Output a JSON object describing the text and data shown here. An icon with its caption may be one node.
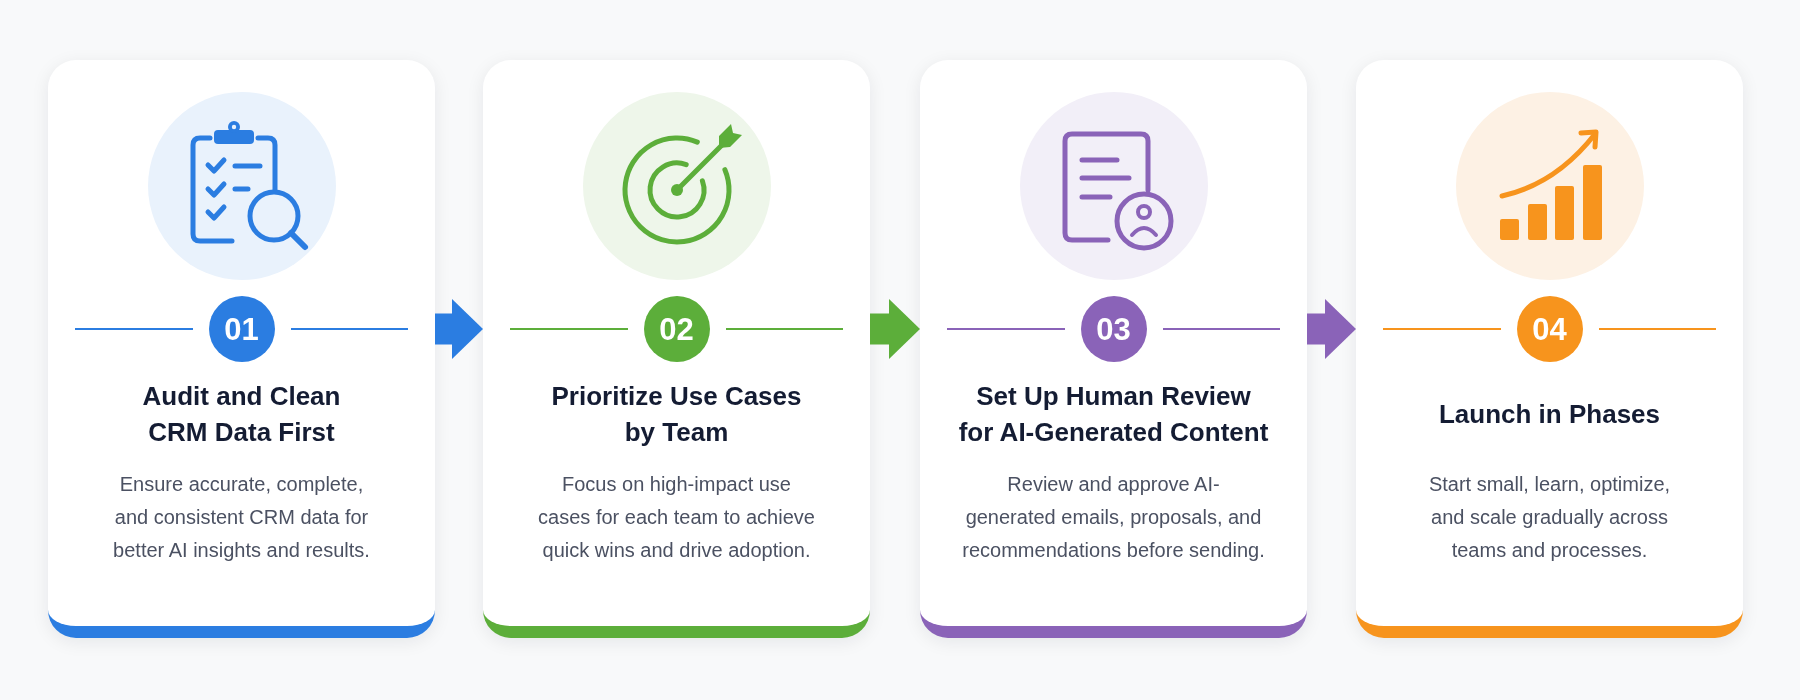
{
  "diagram": {
    "nodes": [
      {
        "text": [
          "Audit and Clean CRM Data First",
          "Ensure accurate, complete, and consistent CRM data for better AI insights and results."
        ]
      },
      {
        "text": [
          "01"
        ],
        "in": 0
      },
      {
        "text": [
          "Prioritize Use Cases by Team",
          "Focus on high-impact use cases for each team to achieve quick wins and drive adoption."
        ]
      },
      {
        "text": [
          "02"
        ],
        "in": 2
      },
      {
        "text": [
          "Set Up Human Review for AI-Generated Content",
          "Review and approve AI-generated emails, proposals, and recommendations before sending."
        ]
      },
      {
        "text": [
          "03"
        ],
        "in": 4
      },
      {
        "text": [
          "Launch in Phases",
          "Start small, learn, optimize, and scale gradually across teams and processes."
        ]
      },
      {
        "text": [
          "04"
        ],
        "in": 6
      }
    ],
    "edges": [
      {
        "from": 0,
        "to": 2,
        "arrow": "to",
        "color": "#2b7de1"
      },
      {
        "from": 2,
        "to": 4,
        "arrow": "to",
        "color": "#5cae3a"
      },
      {
        "from": 4,
        "to": 6,
        "arrow": "to",
        "color": "#8a63b8"
      }
    ]
  }
}
